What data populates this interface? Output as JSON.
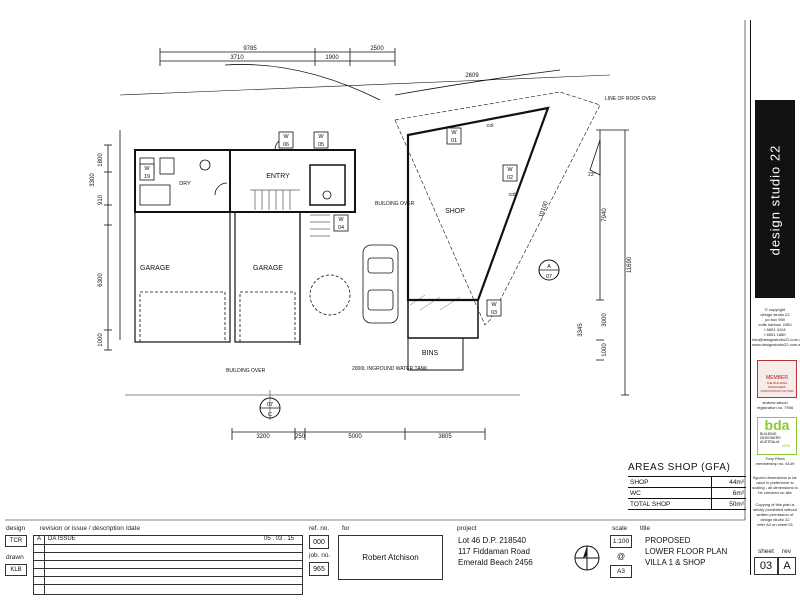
{
  "brand": {
    "name": "design studio 22"
  },
  "plan": {
    "dims_top": [
      "9785",
      "3710",
      "1900",
      "2500",
      "2609"
    ],
    "dims_bottom": [
      "3200",
      "250",
      "5000",
      "3805"
    ],
    "dims_left": [
      "1800",
      "3300",
      "910",
      "6300",
      "1000"
    ],
    "dims_right": [
      "7940",
      "11690",
      "3000",
      "3345",
      "1000",
      "10100"
    ],
    "rooms": [
      "ENTRY",
      "SHOP",
      "GARAGE",
      "GARAGE",
      "BINS",
      "DRY"
    ],
    "windows": [
      {
        "tag": "W",
        "num": "19"
      },
      {
        "tag": "W",
        "num": "06"
      },
      {
        "tag": "W",
        "num": "05"
      },
      {
        "tag": "W",
        "num": "01"
      },
      {
        "tag": "W",
        "num": "02"
      },
      {
        "tag": "W",
        "num": "04"
      },
      {
        "tag": "W",
        "num": "03"
      }
    ],
    "col1": "col",
    "col2": "col",
    "notes": {
      "roof": "LINE OF ROOF OVER",
      "building_over_1": "BUILDING OVER",
      "building_over_2": "BUILDING OVER",
      "tank": "2000L INGROUND WATER TANK",
      "angle": "23°"
    },
    "sections": [
      {
        "letter": "A",
        "num": "07"
      },
      {
        "letter": "C",
        "num": "07"
      }
    ]
  },
  "areas": {
    "title": "AREAS SHOP (GFA)",
    "rows": [
      {
        "label": "SHOP",
        "value": "44m²"
      },
      {
        "label": "WC",
        "value": "6m²"
      },
      {
        "label": "TOTAL SHOP",
        "value": "50m²"
      }
    ]
  },
  "sidebar": {
    "copyright": "© copyright",
    "address": [
      "design studio 22",
      "po box 969",
      "coffs harbour 2450",
      "t 6651 4104",
      "f 6651 1880",
      "info@designstudio22.com.au",
      "www.designstudio22.com.au"
    ],
    "member_label": "MEMBER",
    "member_sub": "THE BUILDING DESIGNERS ASSOCIATION OF NSW",
    "andrew": [
      "andrew wilson",
      "registration no. 7906"
    ],
    "bda_logo": "bda",
    "bda_text": [
      "BUILDING",
      "DESIGNERS",
      "AUSTRALIA"
    ],
    "bda_sub": "NSW",
    "tony": [
      "Tony Rhea",
      "membership no. 6149"
    ],
    "figured": "figured dimensions to be used in preference to scaling - all dimensions to be checked on site",
    "copying": "Copying of this plan is strictly prohibited without written permission of design studio 22",
    "refer": "refer A4 on sheet 01"
  },
  "titleblock": {
    "design_label": "design",
    "design_value": "TCR",
    "drawn_label": "drawn",
    "drawn_value": "KLB",
    "revision_label": "revision or issue / description /date",
    "rev_letter": "A",
    "rev_desc": "DA ISSUE",
    "rev_date": "05 . 03 . 15",
    "ref_label": "ref. no.",
    "ref_value": "000",
    "job_label": "job. no.",
    "job_value": "965",
    "for_label": "for",
    "client": "Robert Atchison",
    "project_label": "project",
    "project_lines": [
      "Lot 46  D.P. 218540",
      "117 Fiddaman Road",
      "Emerald Beach 2456"
    ],
    "scale_label": "scale",
    "scale_value": "1:100",
    "scale_sym": "@",
    "paper": "A3",
    "title_label": "title",
    "title_lines": [
      "PROPOSED",
      "LOWER FLOOR PLAN",
      "VILLA 1 & SHOP"
    ],
    "sheet_label": "sheet",
    "rev_col_label": "rev",
    "sheet_value": "03",
    "rev_value": "A"
  }
}
